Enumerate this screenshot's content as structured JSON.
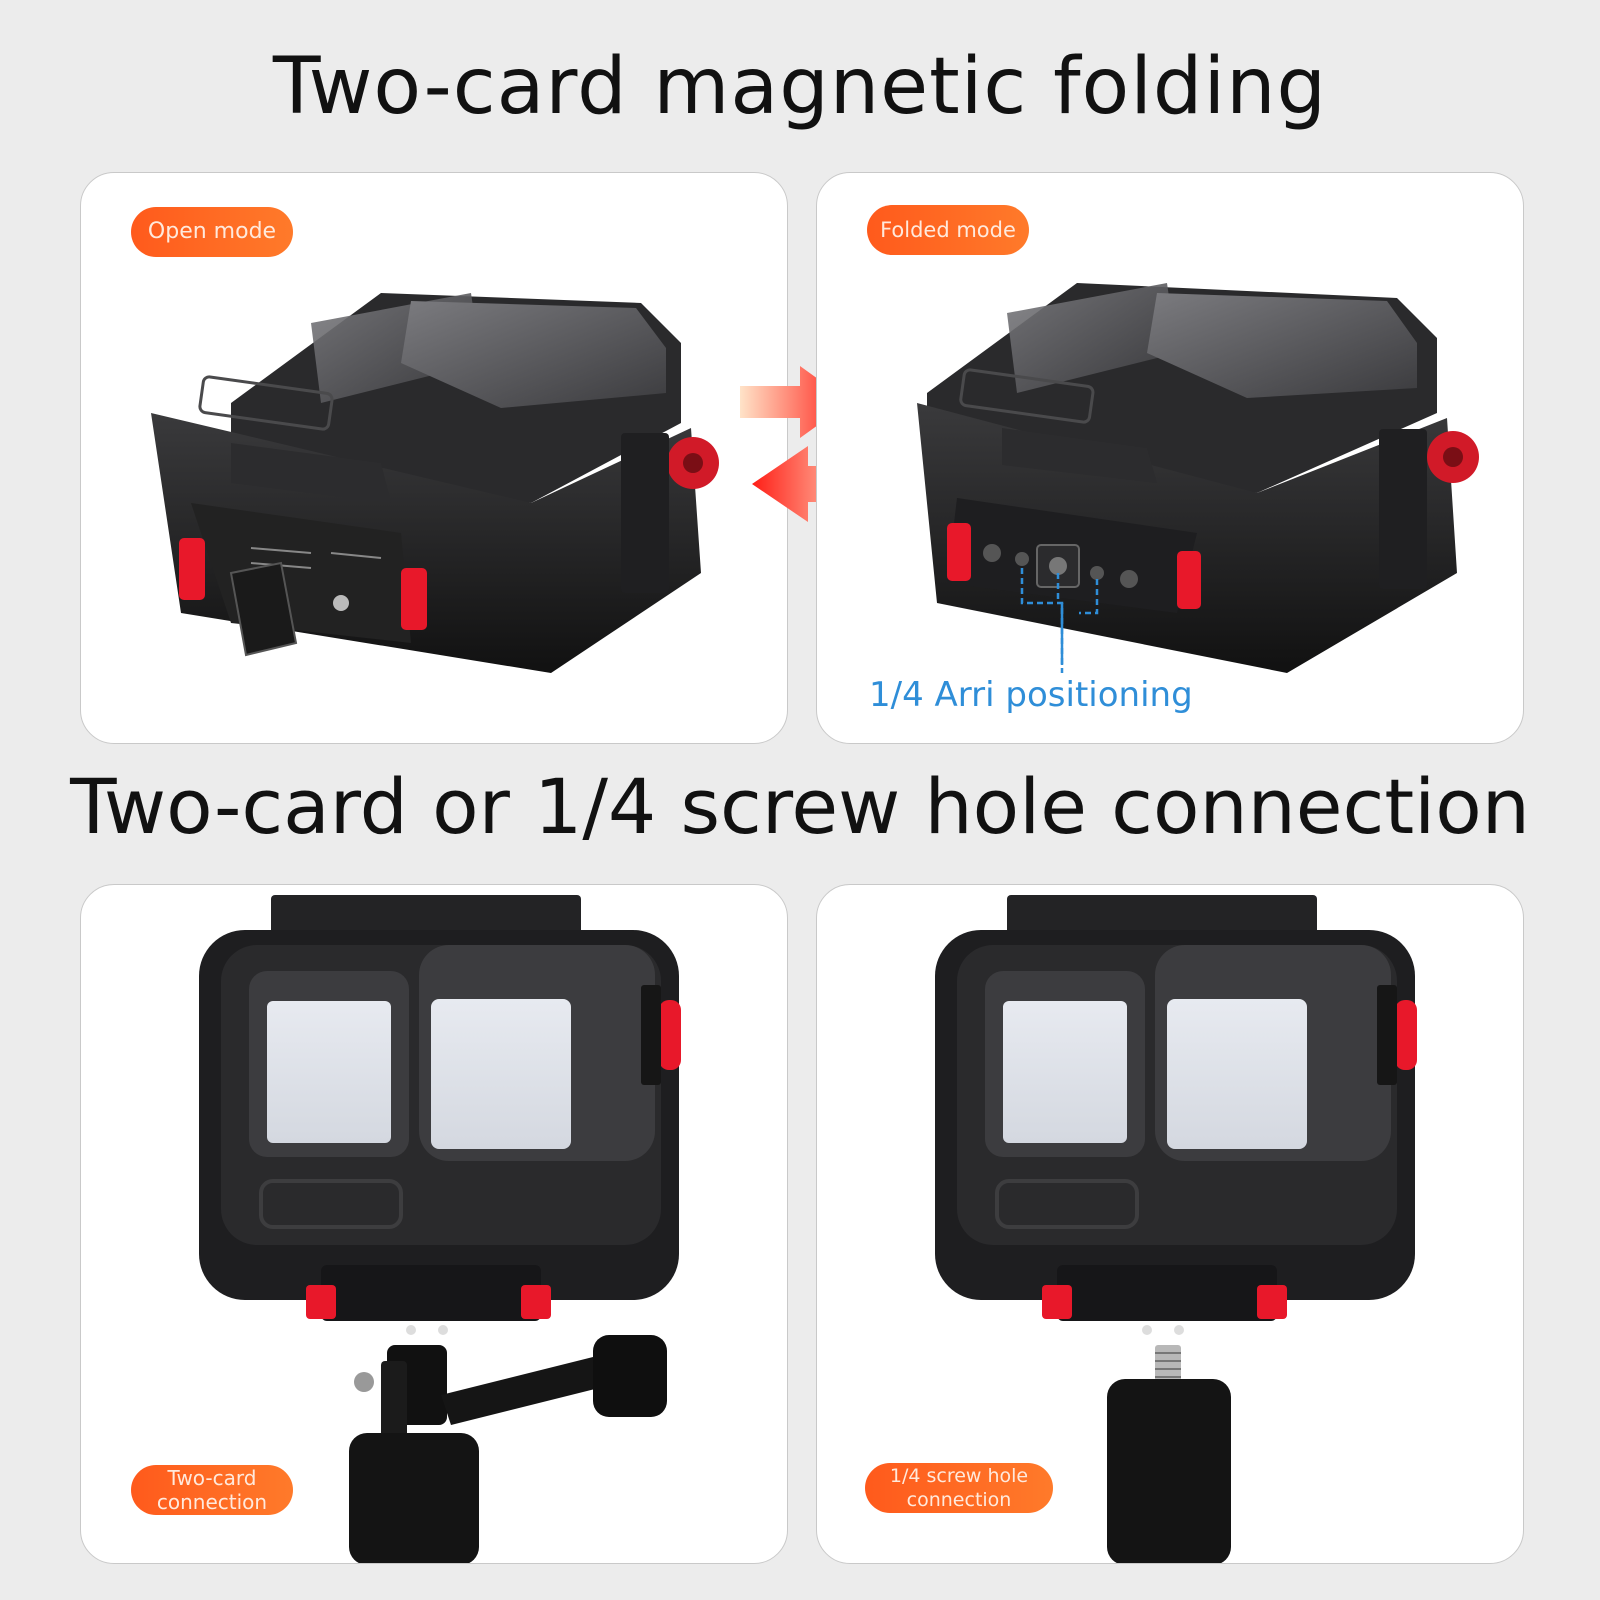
{
  "headings": {
    "top": "Two-card magnetic folding",
    "middle": "Two-card or 1/4 screw hole connection"
  },
  "panels": {
    "open": {
      "badge": "Open mode"
    },
    "folded": {
      "badge": "Folded mode",
      "callout": "1/4 Arri positioning"
    },
    "two_card": {
      "badge": "Two-card connection"
    },
    "screw": {
      "badge": "1/4 screw hole connection"
    }
  },
  "colors": {
    "badge_orange": "#ff5a1c",
    "callout_blue": "#2f8ed8",
    "accent_red": "#e8182a",
    "housing_black": "#1c1c1e"
  },
  "icons": {
    "arrow_right": "arrow-right-icon",
    "arrow_left": "arrow-left-icon"
  }
}
